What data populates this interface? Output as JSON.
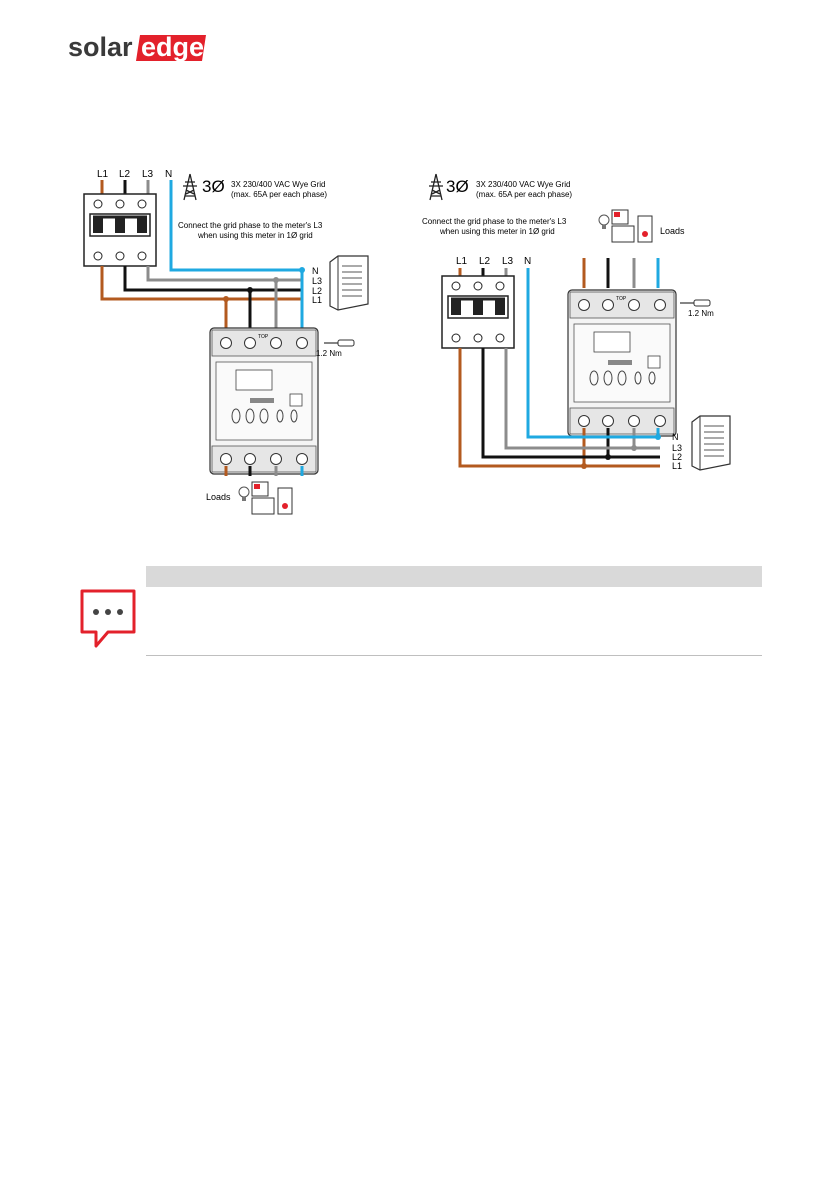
{
  "header": {
    "logo_text_solar": "solar",
    "logo_text_edge": "edge",
    "brand_color": "#e3212b"
  },
  "left_diagram": {
    "phase_labels": [
      "L1",
      "L2",
      "L3",
      "N"
    ],
    "grid_symbol": "3Ø",
    "grid_title": "3X 230/400  VAC Wye Grid",
    "grid_subtitle": "(max. 65A per each phase)",
    "note_line1": "Connect the grid  phase to the meter's L3",
    "note_line2": "when using this meter in 1Ø grid",
    "bus_labels": [
      "N",
      "L3",
      "L2",
      "L1"
    ],
    "torque": "1.2 Nm",
    "meter_top": "TOP",
    "loads_label": "Loads"
  },
  "right_diagram": {
    "phase_labels": [
      "L1",
      "L2",
      "L3",
      "N"
    ],
    "grid_symbol": "3Ø",
    "grid_title": "3X 230/400  VAC Wye Grid",
    "grid_subtitle": "(max. 65A per each phase)",
    "note_line1": "Connect the grid  phase to the meter's L3",
    "note_line2": "when using this meter in 1Ø grid",
    "bus_labels": [
      "N",
      "L3",
      "L2",
      "L1"
    ],
    "torque": "1.2 Nm",
    "meter_top": "TOP",
    "loads_label": "Loads"
  },
  "wire_colors": {
    "L1": "#b35a1f",
    "L2": "#111111",
    "L3": "#8c8c8c",
    "N": "#1fa9e1"
  },
  "note_box": {
    "icon": "speech-bubble-ellipsis-icon",
    "icon_color": "#e3212b"
  }
}
